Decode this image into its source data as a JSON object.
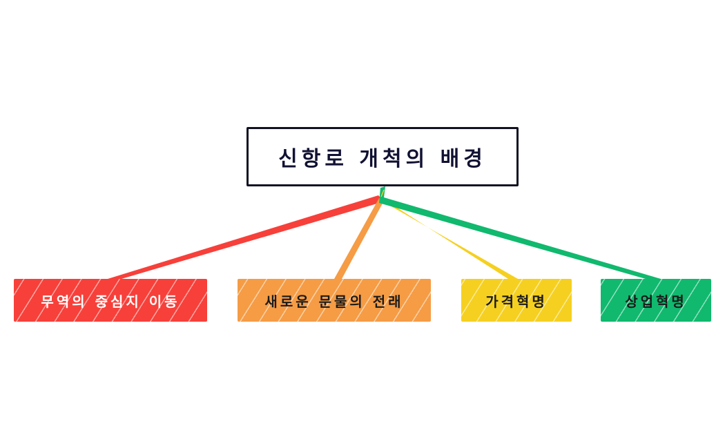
{
  "diagram": {
    "type": "mind-map",
    "root": {
      "title": "신항로 개척의 배경"
    },
    "children": [
      {
        "label": "무역의 중심지 이동",
        "color": "#f7403a"
      },
      {
        "label": "새로운 문물의 전래",
        "color": "#f59c45"
      },
      {
        "label": "가격혁명",
        "color": "#f5d020"
      },
      {
        "label": "상업혁명",
        "color": "#10b96e"
      }
    ]
  }
}
